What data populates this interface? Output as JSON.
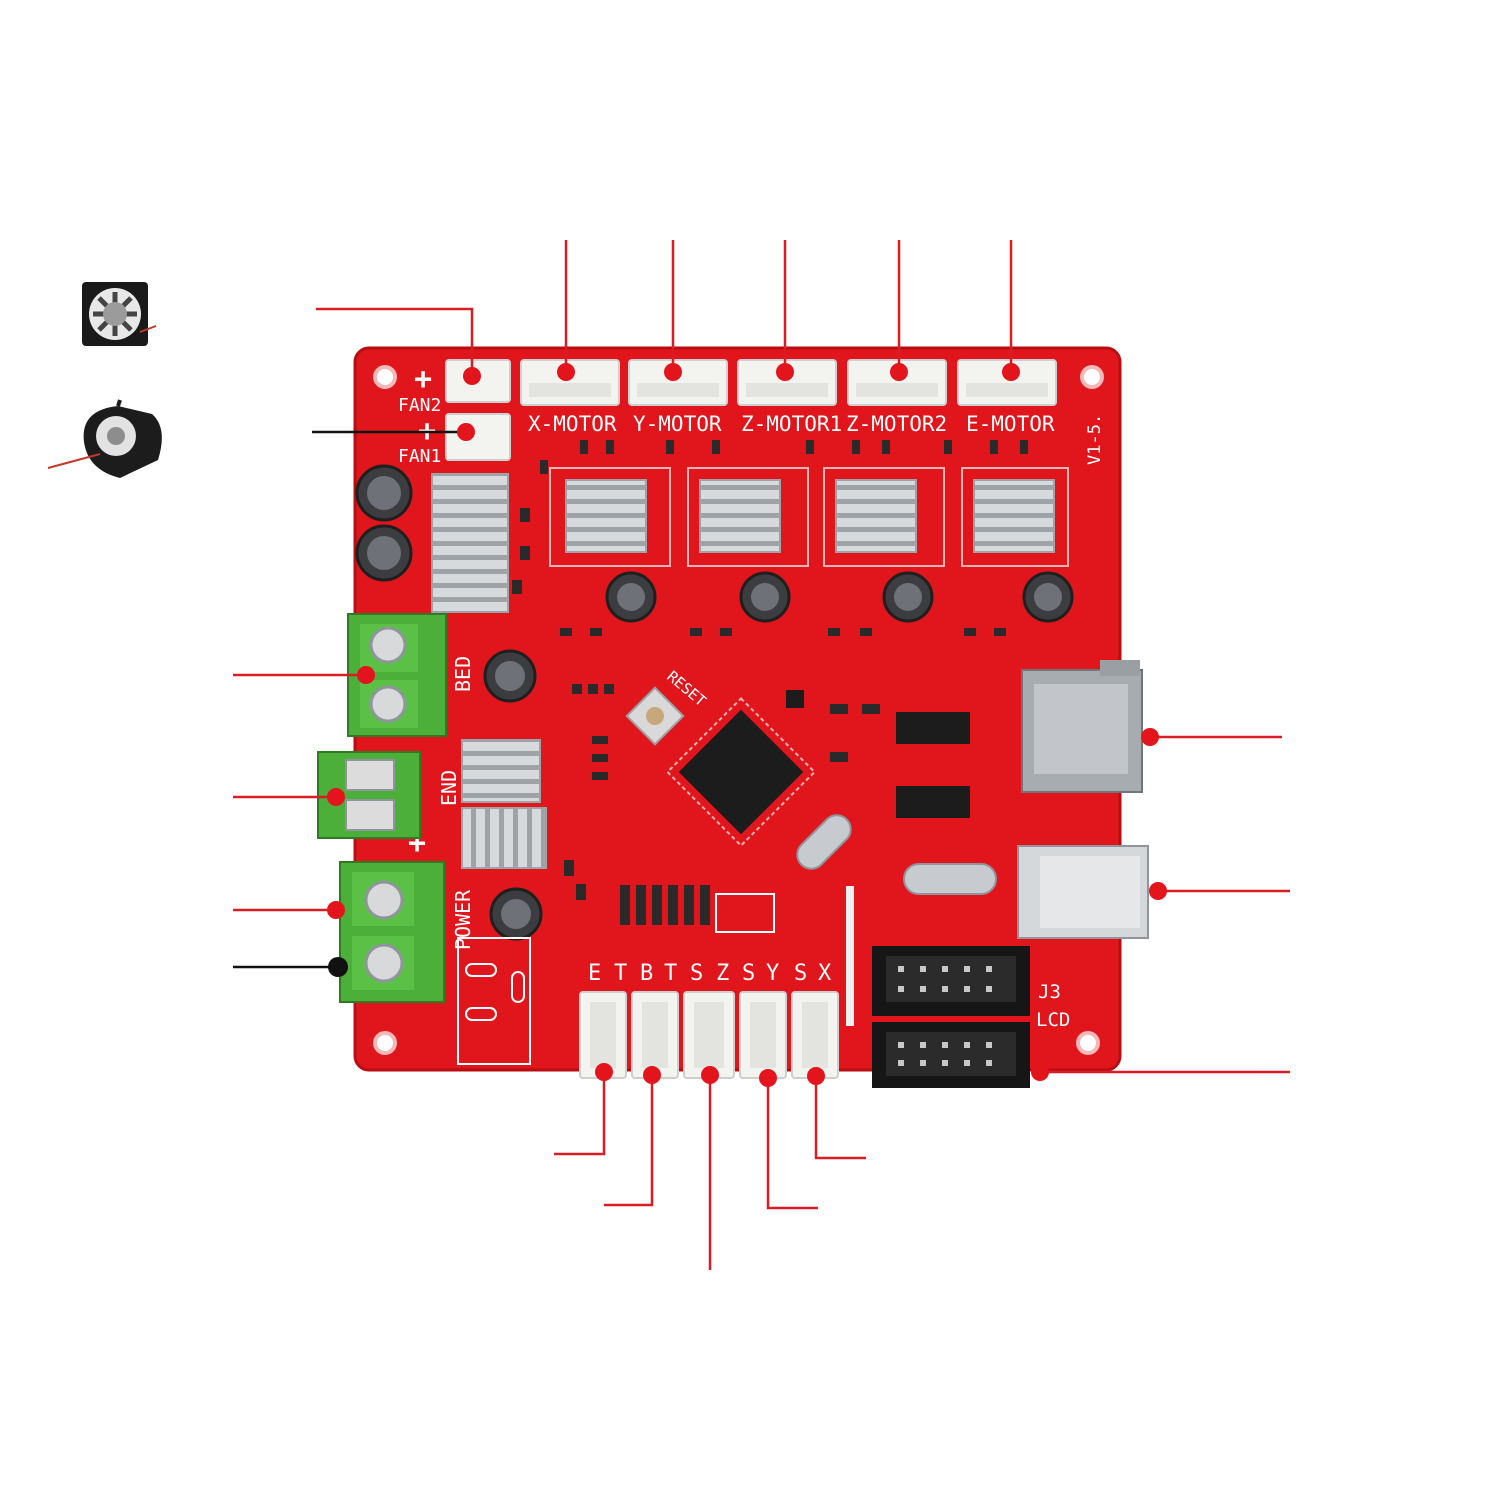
{
  "colors": {
    "board": "#e0161c",
    "board_edge": "#b80d12",
    "silkscreen": "#ffffff",
    "terminal_green": "#4caf3a",
    "heatsink": "#cfd3d6",
    "chip": "#1c1c1c",
    "callout_line": "#d81e24",
    "callout_dot_red": "#e4141c",
    "callout_dot_black": "#111111"
  },
  "board": {
    "motor_labels": [
      "X-MOTOR",
      "Y-MOTOR",
      "Z-MOTOR1",
      "Z-MOTOR2",
      "E-MOTOR"
    ],
    "fan_labels": [
      "FAN2",
      "FAN1"
    ],
    "plus_sign": "+",
    "terminal_labels": [
      "BED",
      "END",
      "POWER"
    ],
    "reset_label": "RESET",
    "version": "V1-5.",
    "endstop_letters": [
      "E",
      "T",
      "B",
      "T",
      "S",
      "Z",
      "S",
      "Y",
      "S",
      "X"
    ],
    "header_labels": [
      "J3",
      "LCD"
    ]
  },
  "icons": [
    "axial-fan-icon",
    "blower-fan-icon"
  ]
}
